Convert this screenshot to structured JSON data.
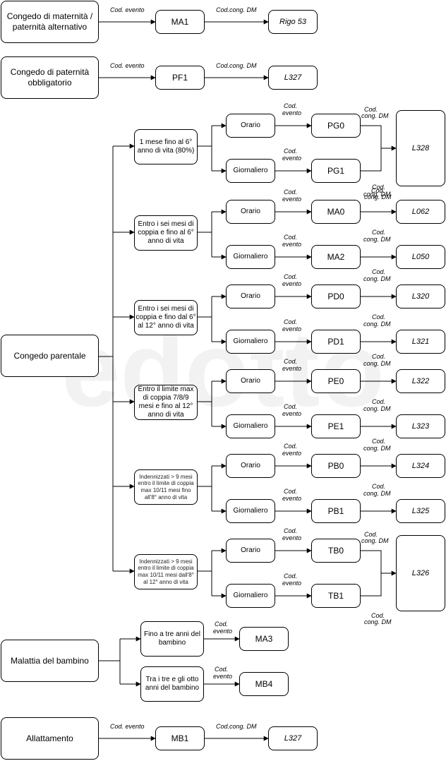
{
  "watermark": "edotto",
  "labels": {
    "cod_evento": "Cod. evento",
    "cod_evento_l1": "Cod.",
    "cod_evento_l2": "evento",
    "cod_cong_dm": "Cod.cong. DM",
    "cod_l1": "Cod.",
    "cod_cong_dm_l2": "cong. DM"
  },
  "top_rows": [
    {
      "category": "Congedo di maternità / paternità alternativo",
      "event": "MA1",
      "code": "Rigo 53"
    },
    {
      "category": "Congedo di paternità obbligatorio",
      "event": "PF1",
      "code": "L327"
    }
  ],
  "parental": {
    "title": "Congedo parentale",
    "groups": [
      {
        "label": "1 mese fino al 6° anno di vita (80%)",
        "branches": [
          {
            "type": "Orario",
            "event": "PG0"
          },
          {
            "type": "Giornaliero",
            "event": "PG1"
          }
        ],
        "codes": [
          "L328"
        ]
      },
      {
        "label": "Entro i sei mesi di coppia e fino al 6° anno di vita",
        "branches": [
          {
            "type": "Orario",
            "event": "MA0"
          },
          {
            "type": "Giornaliero",
            "event": "MA2"
          }
        ],
        "codes": [
          "L062",
          "L050"
        ]
      },
      {
        "label": "Entro i sei mesi di coppia e fino dal 6° al 12° anno di vita",
        "branches": [
          {
            "type": "Orario",
            "event": "PD0"
          },
          {
            "type": "Giornaliero",
            "event": "PD1"
          }
        ],
        "codes": [
          "L320",
          "L321"
        ]
      },
      {
        "label": "Entro il limite max di coppia 7/8/9 mesi e fino al 12° anno di vita",
        "branches": [
          {
            "type": "Orario",
            "event": "PE0"
          },
          {
            "type": "Giornaliero",
            "event": "PE1"
          }
        ],
        "codes": [
          "L322",
          "L323"
        ]
      },
      {
        "label": "Indennizzati > 9 mesi entro il limite di coppia max 10/11 mesi fino all'8° anno di vita",
        "branches": [
          {
            "type": "Orario",
            "event": "PB0"
          },
          {
            "type": "Giornaliero",
            "event": "PB1"
          }
        ],
        "codes": [
          "L324",
          "L325"
        ]
      },
      {
        "label": "Indennizzati > 9 mesi entro il limite di coppia max 10/11 mesi dall'8° al 12° anno di vita",
        "branches": [
          {
            "type": "Orario",
            "event": "TB0"
          },
          {
            "type": "Giornaliero",
            "event": "TB1"
          }
        ],
        "codes": [
          "L326"
        ]
      }
    ]
  },
  "illness": {
    "title": "Malattia del bambino",
    "branches": [
      {
        "label": "Fino a tre anni del bambino",
        "event": "MA3"
      },
      {
        "label": "Tra i tre e gli otto anni del bambino",
        "event": "MB4"
      }
    ]
  },
  "breastfeeding": {
    "category": "Allattamento",
    "event": "MB1",
    "code": "L327"
  }
}
